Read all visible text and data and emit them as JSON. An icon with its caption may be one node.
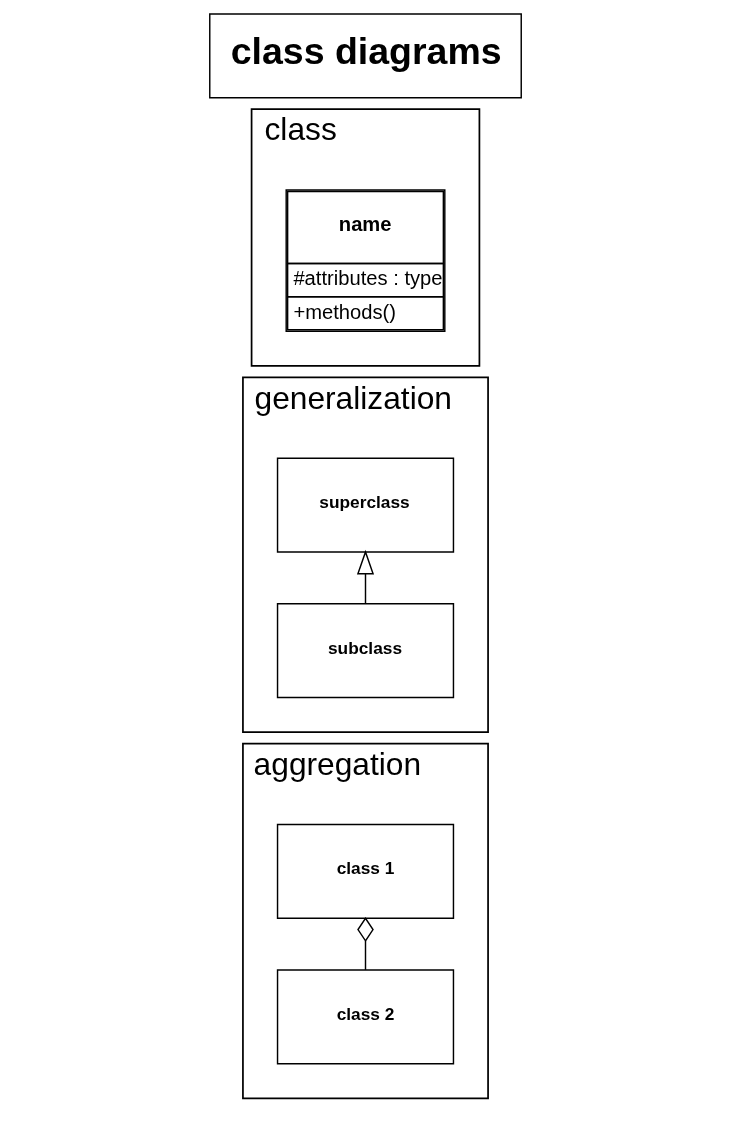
{
  "diagram": {
    "nodes": [
      {
        "text": [
          "class diagrams"
        ]
      },
      {
        "text": [
          "class"
        ]
      },
      {
        "text": [
          "name",
          "#attributes : type",
          "+methods()"
        ],
        "in": 1
      },
      {
        "text": [
          "generalization"
        ]
      },
      {
        "text": [
          "superclass"
        ],
        "in": 3
      },
      {
        "text": [
          "subclass"
        ],
        "in": 3
      },
      {
        "text": [
          "aggregation"
        ]
      },
      {
        "text": [
          "class 1"
        ],
        "in": 6
      },
      {
        "text": [
          "class 2"
        ],
        "in": 6
      }
    ],
    "edges": [
      {
        "from": 5,
        "to": 4,
        "arrow": "to"
      },
      {
        "from": 8,
        "to": 7,
        "arrow": "other"
      }
    ]
  }
}
